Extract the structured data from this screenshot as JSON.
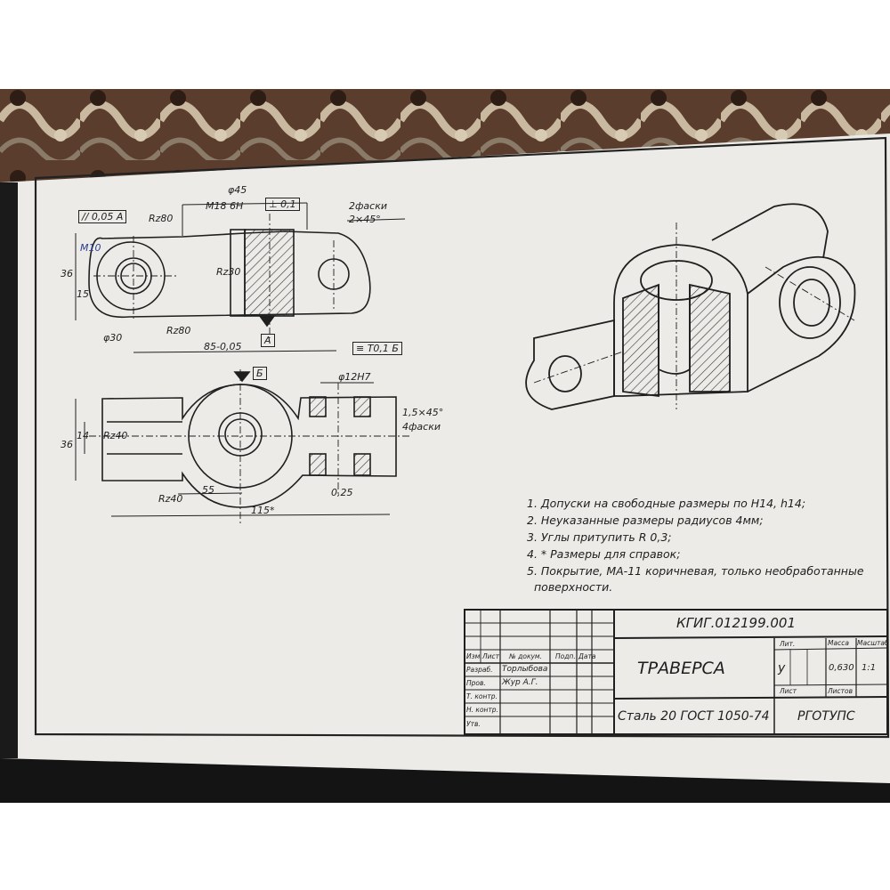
{
  "drawing": {
    "doc_number": "КГИГ.012199.001",
    "title": "ТРАВЕРСА",
    "material": "Сталь 20 ГОСТ 1050-74",
    "organization": "РГОТУПС",
    "litera": "у",
    "mass": "0,630",
    "scale": "1:1"
  },
  "title_block": {
    "col_labels": [
      "Изм.",
      "Лист",
      "№ докум.",
      "Подп.",
      "Дата"
    ],
    "row_labels": [
      "Разраб.",
      "Пров.",
      "Т. контр.",
      "Н. контр.",
      "Утв."
    ],
    "developer": "Торлыбова",
    "checker": "Жур А.Г.",
    "lit_label": "Лит.",
    "mass_label": "Масса",
    "scale_label": "Масштаб",
    "sheet_label": "Лист",
    "sheets_label": "Листов"
  },
  "notes": [
    "1. Допуски на свободные размеры по H14, h14;",
    "2. Неуказанные размеры радиусов 4мм;",
    "3. Углы притупить R 0,3;",
    "4. * Размеры для справок;",
    "5. Покрытие, МА-11 коричневая, только необработанные",
    "поверхности."
  ],
  "dimensions": {
    "d45": "φ45",
    "thread": "M18 6H",
    "perp": "⊥ 0,1",
    "chamfer_title": "2фаски",
    "chamfer_value": "2×45°",
    "parallel": "// 0,05 A",
    "r80_top": "Rz80",
    "m10": "M10",
    "h36_top": "36",
    "h15": "15",
    "rz30": "Rz30",
    "d30": "φ30",
    "r80_bottom": "Rz80",
    "base_a": "A",
    "len85": "85-0,05",
    "sym": "≡ T0,1 Б",
    "base_b": "Б",
    "d12": "φ12H7",
    "chamfer2": "1,5×45°",
    "chamfer2_count": "4фаски",
    "h36_bottom": "36",
    "h14": "14",
    "r40": "Rz40",
    "r40b": "Rz40",
    "len55": "55",
    "len115": "115*",
    "z025": "0,25"
  }
}
